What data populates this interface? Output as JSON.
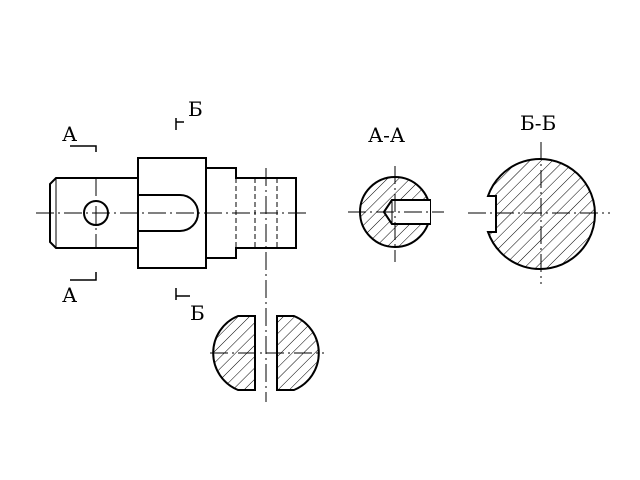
{
  "labels": {
    "cut_a_top": "А",
    "cut_a_bottom": "А",
    "cut_b_top": "Б",
    "cut_b_bottom": "Б",
    "section_aa_title": "А-А",
    "section_bb_title": "Б-Б"
  }
}
